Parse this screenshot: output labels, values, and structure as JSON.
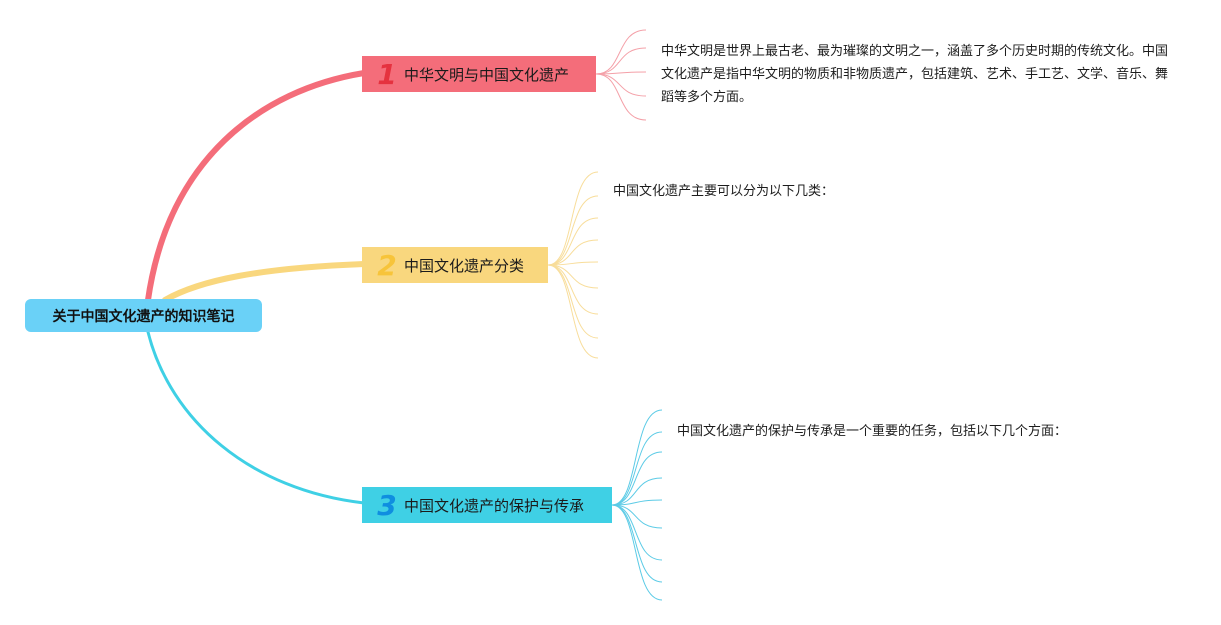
{
  "root": {
    "label": "关于中国文化遗产的知识笔记"
  },
  "branches": [
    {
      "number": "1",
      "label": "中华文明与中国文化遗产",
      "note": "中华文明是世界上最古老、最为璀璨的文明之一，涵盖了多个历史时期的传统文化。中国文化遗产是指中华文明的物质和非物质遗产，包括建筑、艺术、手工艺、文学、音乐、舞蹈等多个方面。"
    },
    {
      "number": "2",
      "label": "中国文化遗产分类",
      "note": "中国文化遗产主要可以分为以下几类："
    },
    {
      "number": "3",
      "label": "中国文化遗产的保护与传承",
      "note": "中国文化遗产的保护与传承是一个重要的任务，包括以下几个方面："
    }
  ],
  "colors": {
    "root": "#6ad1f7",
    "branch1": "#f46d7a",
    "branch2": "#f9d77e",
    "branch3": "#3fd0e5"
  }
}
